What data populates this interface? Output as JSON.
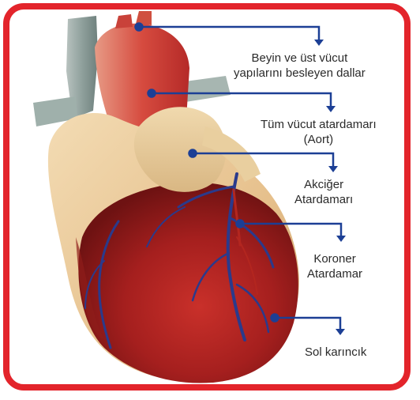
{
  "labels": [
    {
      "lines": [
        "Beyin ve üst vücut",
        "yapılarını besleyen dallar"
      ]
    },
    {
      "lines": [
        "Tüm vücut atardamarı",
        "(Aort)"
      ]
    },
    {
      "lines": [
        "Akciğer",
        "Atardamarı"
      ]
    },
    {
      "lines": [
        "Koroner",
        "Atardamar"
      ]
    },
    {
      "lines": [
        "Sol karıncık"
      ]
    }
  ],
  "colors": {
    "frame": "#e3242b",
    "leader": "#1c3f95",
    "text": "#2a2a2a"
  },
  "icons": [
    "heart-illustration",
    "leader-arrow"
  ]
}
